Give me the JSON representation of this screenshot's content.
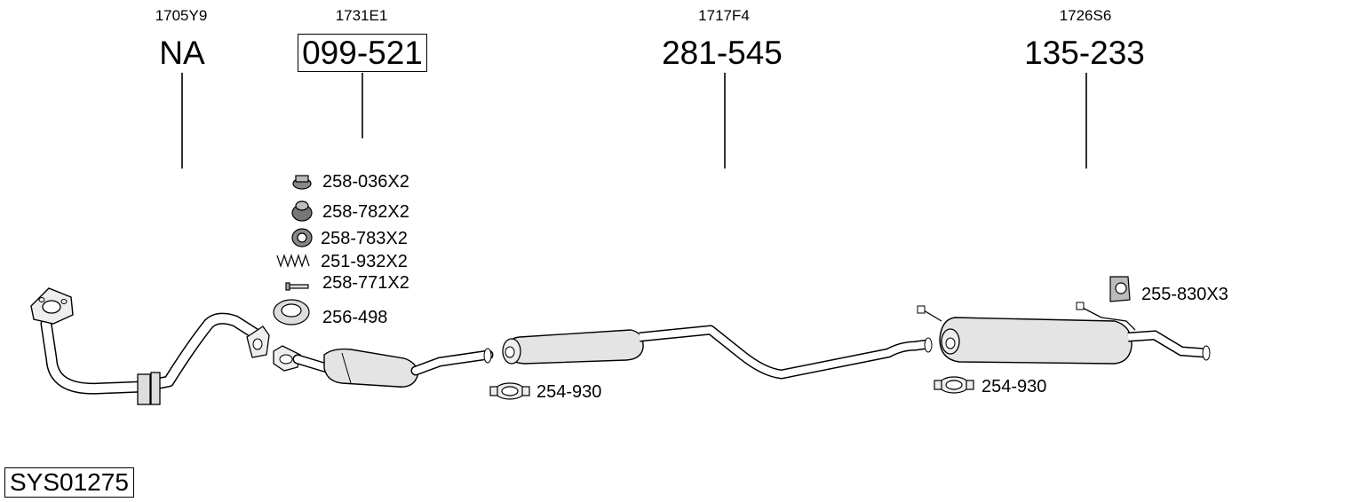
{
  "diagram_code": "SYS01275",
  "sections": [
    {
      "ref": "1705Y9",
      "part": "NA",
      "boxed": false
    },
    {
      "ref": "1731E1",
      "part": "099-521",
      "boxed": true
    },
    {
      "ref": "1717F4",
      "part": "281-545",
      "boxed": false
    },
    {
      "ref": "1726S6",
      "part": "135-233",
      "boxed": false
    }
  ],
  "accessories": {
    "nut": "258-036X2",
    "rubber_bush_tall": "258-782X2",
    "rubber_ring": "258-783X2",
    "spring": "251-932X2",
    "bolt": "258-771X2",
    "gasket": "256-498",
    "clamp_front": "254-930",
    "clamp_rear": "254-930",
    "hanger": "255-830X3"
  }
}
